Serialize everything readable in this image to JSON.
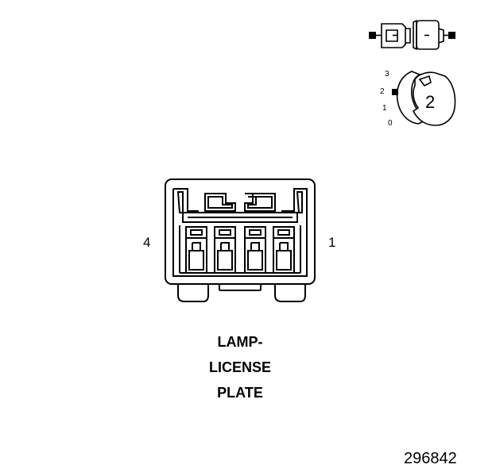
{
  "connector": {
    "pin_left": "4",
    "pin_right": "1",
    "pin_count": 4
  },
  "title": {
    "line1": "LAMP-",
    "line2": "LICENSE",
    "line3": "PLATE"
  },
  "position_indicator": {
    "labels": [
      "3",
      "2",
      "1",
      "0"
    ],
    "selected": "2"
  },
  "reference_number": "296842"
}
